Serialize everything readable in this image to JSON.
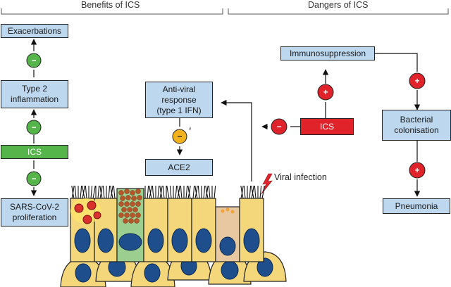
{
  "headers": {
    "benefits": "Benefits of ICS",
    "dangers": "Dangers of ICS"
  },
  "benefits": {
    "exacerbations": "Exacerbations",
    "type2": "Type 2 inflammation",
    "ics": "ICS",
    "sars": "SARS-CoV-2 proliferation"
  },
  "middle": {
    "antiviral": "Anti-viral response (type 1 IFN)",
    "ace2": "ACE2",
    "footnote": "#",
    "viral_infection": "Viral infection"
  },
  "dangers": {
    "immunosuppression": "Immunosuppression",
    "ics": "ICS",
    "bacterial": "Bacterial colonisation",
    "pneumonia": "Pneumonia"
  },
  "signs": {
    "minus": "−",
    "plus": "+"
  },
  "colors": {
    "box_blue": "#bcd7ee",
    "ics_green": "#55b54a",
    "ics_red": "#e0222a",
    "sign_amber": "#f2b21c",
    "cell_yellow": "#f3d77a",
    "nucleus": "#1f4e8c"
  }
}
